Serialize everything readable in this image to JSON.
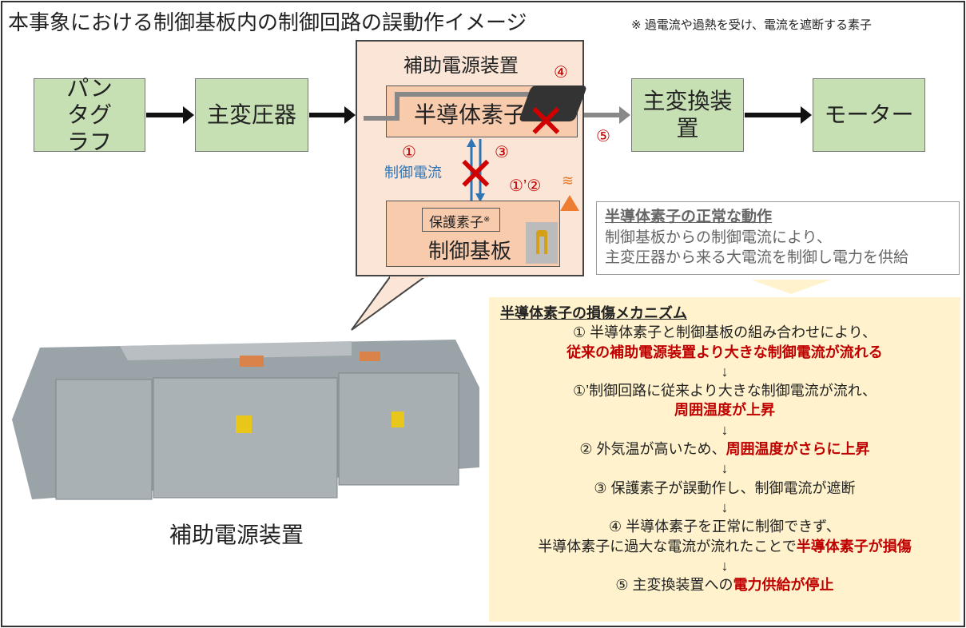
{
  "title": "本事象における制御基板内の制御回路の誤動作イメージ",
  "note": "※ 過電流や過熱を受け、電流を遮断する素子",
  "blocks": {
    "pantograph": "パンタグラフ",
    "transformer": "主変圧器",
    "aux_power": "補助電源装置",
    "semiconductor": "半導体素子",
    "control_board": "制御基板",
    "protection": "保護素子",
    "protection_mark": "※",
    "converter": "主変換装置",
    "motor": "モーター"
  },
  "labels": {
    "n1": "①",
    "control_current": "制御電流",
    "n3": "③",
    "n4": "④",
    "n5": "⑤",
    "n1p2": "①’②"
  },
  "normal": {
    "title": "半導体素子の正常な動作",
    "line1": "制御基板からの制御電流により、",
    "line2": "主変圧器から来る大電流を制御し電力を供給"
  },
  "photo_caption": "補助電源装置",
  "mechanism": {
    "title": "半導体素子の損傷メカニズム",
    "arrow": "↓",
    "s1a": "① 半導体素子と制御基板の組み合わせにより、",
    "s1b": "従来の補助電源装置より大きな制御電流が流れる",
    "s1pa": "①’制御回路に従来より大きな制御電流が流れ、",
    "s1pb": "周囲温度が上昇",
    "s2a": "② 外気温が高いため、",
    "s2b": "周囲温度がさらに上昇",
    "s3": "③ 保護素子が誤動作し、制御電流が遮断",
    "s4a": "④ 半導体素子を正常に制御できず、",
    "s4b": "半導体素子に過大な電流が流れたことで",
    "s4c": "半導体素子が損傷",
    "s5a": "⑤ 主変換装置への",
    "s5b": "電力供給が停止"
  }
}
